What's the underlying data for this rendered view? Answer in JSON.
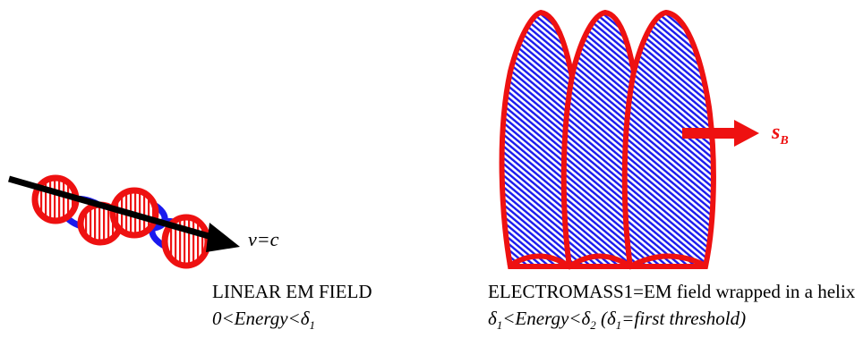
{
  "left_panel": {
    "velocity_label": "v=c",
    "caption_title": "LINEAR EM FIELD",
    "caption_condition": {
      "prefix": "0<Energy<",
      "symbol": "δ",
      "subscript": "1"
    }
  },
  "right_panel": {
    "arrow_label": "s",
    "arrow_label_subscript": "B",
    "caption_title": "ELECTROMASS1=EM field wrapped in a helix",
    "caption_condition": {
      "sym1": "δ",
      "sub1": "1",
      "mid": "<Energy<",
      "sym2": "δ",
      "sub2": "2",
      "paren_open": " (",
      "sym3": "δ",
      "sub3": "1",
      "paren_rest": "=first threshold)"
    }
  },
  "colors": {
    "loop_red": "#ee1111",
    "loop_blue": "#1a1aee",
    "arrow_black": "#000000",
    "arrow_red": "#ee1111"
  }
}
